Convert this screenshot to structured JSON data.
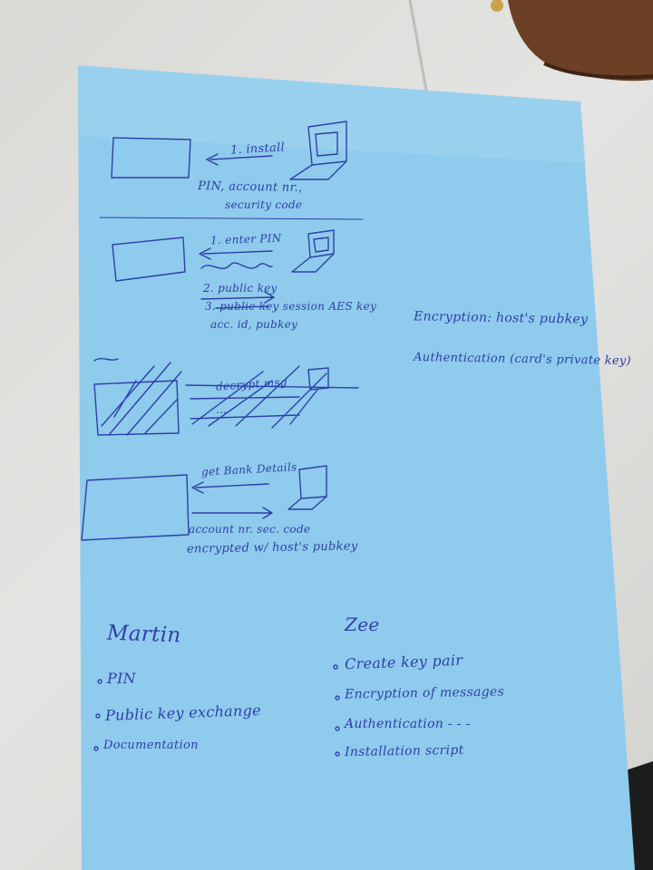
{
  "colors": {
    "desk": "#dcdcda",
    "paper": "#8fcbec",
    "paper_edge": "#a6d6f0",
    "ink": "#2f3fa8",
    "strap": "#6b4025",
    "dark_corner": "#1c1c1c"
  },
  "sketch1": {
    "arrow_label": "1. install",
    "caption_line1": "PIN, account nr.,",
    "caption_line2": "security code"
  },
  "sketch2": {
    "step1": "1. enter PIN",
    "step2": "2. public key",
    "step3": "3. public key session AES key",
    "step3b": "acc. id, pubkey"
  },
  "sketch3": {
    "label1": "decrypt msg",
    "label2": "…"
  },
  "sketch4": {
    "arrow_label": "get Bank Details",
    "caption_line1": "account nr. sec. code",
    "caption_line2": "encrypted w/ host's pubkey"
  },
  "side_note": {
    "line1": "Encryption: host's pubkey",
    "line2": "Authentication (card's private key)"
  },
  "martin": {
    "name": "Martin",
    "tasks": [
      "PIN",
      "Public key exchange",
      "Documentation"
    ]
  },
  "zee": {
    "name": "Zee",
    "tasks": [
      "Create key pair",
      "Encryption of messages",
      "Authentication - -  -",
      "Installation script"
    ]
  }
}
